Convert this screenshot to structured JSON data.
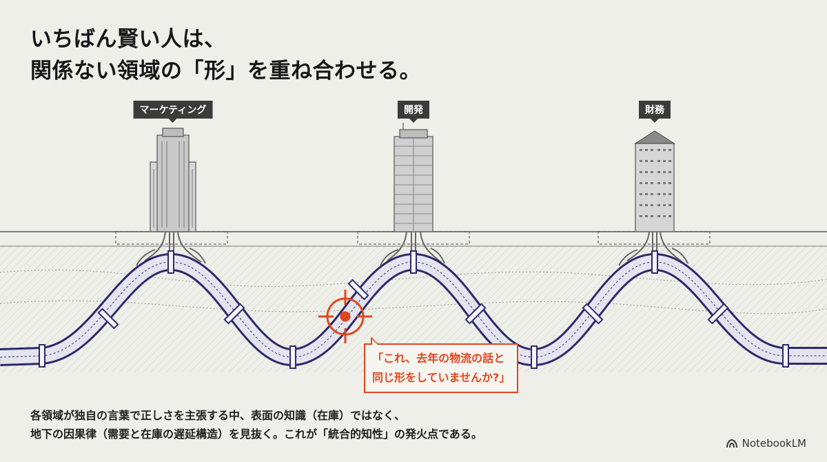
{
  "title": {
    "line1": "いちばん賢い人は、",
    "line2": "関係ない領域の「形」を重ね合わせる。"
  },
  "buildings": [
    {
      "label": "マーケティング"
    },
    {
      "label": "開発"
    },
    {
      "label": "財務"
    }
  ],
  "callout": {
    "line1": "「これ、去年の物流の話と",
    "line2": "同じ形をしていませんか?」"
  },
  "description": {
    "line1": "各領域が独自の言葉で正しさを主張する中、表面の知識（在庫）ではなく、",
    "line2": "地下の因果律（需要と在庫の遅延構造）を見抜く。これが「統合的知性」の発火点である。"
  },
  "brand": {
    "name": "NotebookLM",
    "icon": "notebooklm-logo-icon"
  },
  "colors": {
    "background": "#efefe9",
    "pipe_outline": "#2c2a6b",
    "accent": "#e0471f",
    "label_bg": "#3b3b3b"
  }
}
